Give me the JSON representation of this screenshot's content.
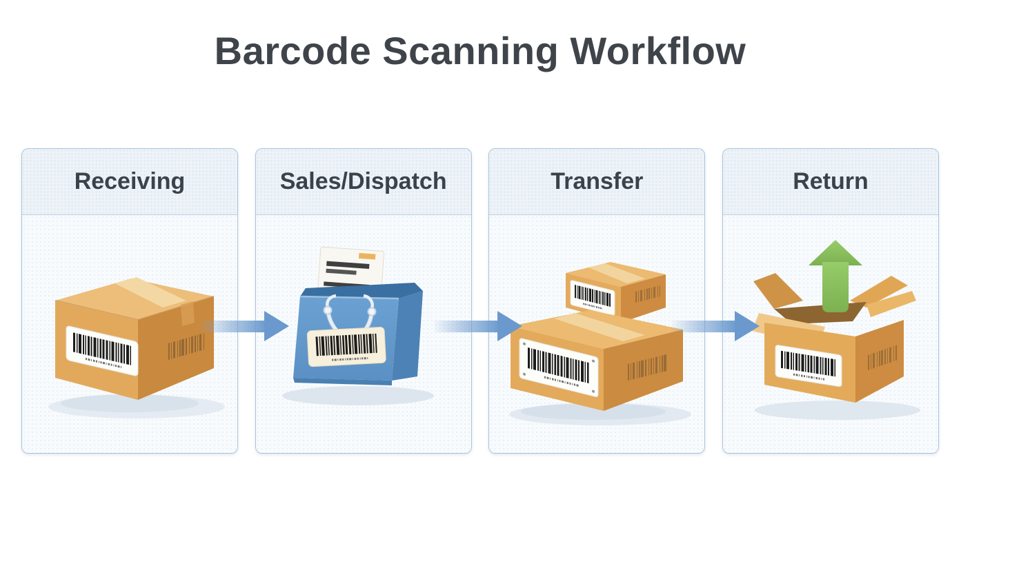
{
  "title": "Barcode Scanning Workflow",
  "panels": [
    {
      "label": "Receiving",
      "illustration": "sealed cardboard box with barcode label"
    },
    {
      "label": "Sales/Dispatch",
      "illustration": "blue shopping bag with receipt and barcode label"
    },
    {
      "label": "Transfer",
      "illustration": "two stacked cardboard boxes with barcode labels"
    },
    {
      "label": "Return",
      "illustration": "open cardboard box with green up arrow and barcode label"
    }
  ],
  "flow": {
    "arrow_count": 3,
    "direction": "right"
  },
  "colors": {
    "background": "#ffffff",
    "title_text": "#3f444a",
    "panel_border": "#a9c3dd",
    "panel_header_bg": "#eef3f8",
    "panel_body_bg": "#f8fbfd",
    "header_text": "#3c424a",
    "flow_arrow_blue": "#6b99cd",
    "cardboard_tan": "#e2a95c",
    "bag_blue": "#5f97ca",
    "return_arrow_green": "#8ec563",
    "barcode_ink": "#1c1c1c"
  }
}
